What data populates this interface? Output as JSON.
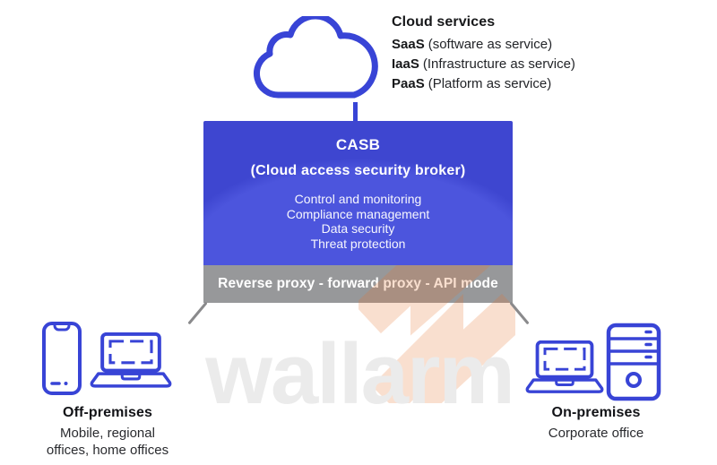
{
  "cloud_services": {
    "title": "Cloud services",
    "items": [
      {
        "abbr": "SaaS",
        "desc": "(software as service)"
      },
      {
        "abbr": "IaaS",
        "desc": "(Infrastructure as service)"
      },
      {
        "abbr": "PaaS",
        "desc": "(Platform as service)"
      }
    ]
  },
  "casb": {
    "title": "CASB",
    "subtitle": "(Cloud access security broker)",
    "features": [
      "Control and monitoring",
      "Compliance management",
      "Data security",
      "Threat protection"
    ],
    "modes_bar": "Reverse proxy - forward proxy - API mode"
  },
  "off_premises": {
    "title": "Off-premises",
    "subtitle_line1": "Mobile, regional",
    "subtitle_line2": "offices, home offices"
  },
  "on_premises": {
    "title": "On-premises",
    "subtitle": "Corporate office"
  },
  "watermark": {
    "text": "wallarm"
  },
  "icons": {
    "cloud": "cloud-icon",
    "phone": "smartphone-icon",
    "laptop": "laptop-icon",
    "tower": "server-tower-icon",
    "bolt": "lightning-bolt-watermark-icon"
  },
  "colors": {
    "icon_blue": "#3844d6",
    "box_blue_light": "#4c55dd",
    "box_blue_dark": "#3e46d0",
    "bar_gray": "#97989a",
    "connector_gray": "#8a8a8c",
    "watermark_gray": "#ebebeb",
    "bolt_orange": "#e8732a",
    "text_dark": "#17181a",
    "white": "#ffffff"
  }
}
